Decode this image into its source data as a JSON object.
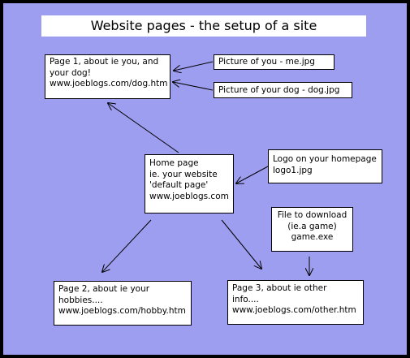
{
  "title": "Website pages - the setup of a site",
  "nodes": {
    "page1": "Page 1, about ie you, and\nyour dog!\nwww.joeblogs.com/dog.htm",
    "pic_you": "Picture of you - me.jpg",
    "pic_dog": "Picture of your dog - dog.jpg",
    "home": "Home page\n ie. your website\n 'default page'\nwww.joeblogs.com",
    "logo": "Logo on your homepage\nlogo1.jpg",
    "download": "File to download\n(ie.a  game)\ngame.exe",
    "page2": "Page 2, about ie your\nhobbies....\nwww.joeblogs.com/hobby.htm",
    "page3": "Page 3, about ie other\ninfo....\nwww.joeblogs.com/other.htm"
  },
  "colors": {
    "background": "#9e9ef0",
    "frame": "#000000",
    "box": "#ffffff"
  }
}
